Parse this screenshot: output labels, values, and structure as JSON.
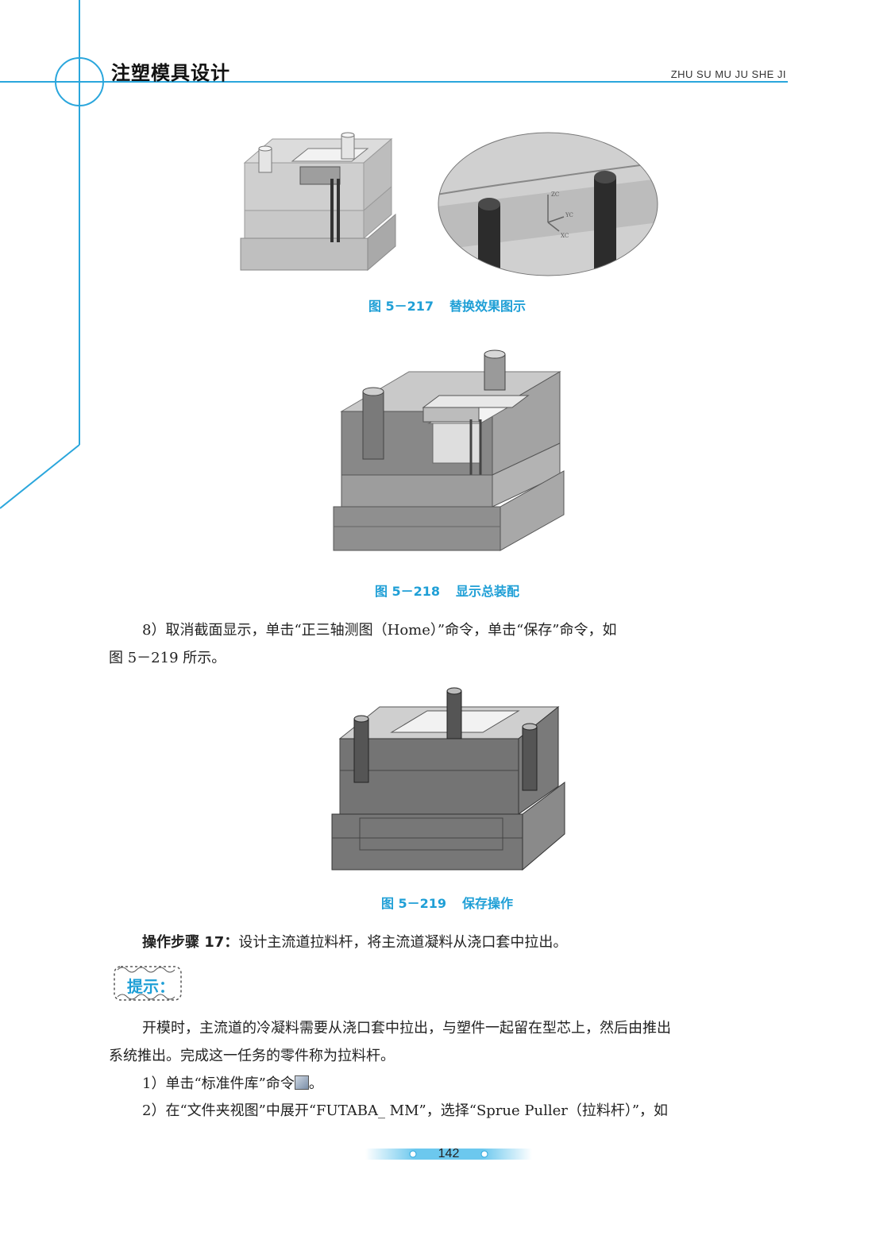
{
  "header": {
    "title": "注塑模具设计",
    "subtitle": "ZHU SU MU JU SHE JI"
  },
  "figures": {
    "fig217": {
      "num": "图 5－217",
      "title": "替换效果图示"
    },
    "fig218": {
      "num": "图 5－218",
      "title": "显示总装配"
    },
    "fig219": {
      "num": "图 5－219",
      "title": "保存操作"
    }
  },
  "fig217_axes": {
    "zc": "ZC",
    "yc": "YC",
    "xc": "XC"
  },
  "body": {
    "para8_line1": "8）取消截面显示，单击“正三轴测图（Home）”命令，单击“保存”命令，如",
    "para8_line2": "图 5－219 所示。",
    "step17_label": "操作步骤 17：",
    "step17_text": "设计主流道拉料杆，将主流道凝料从浇口套中拉出。",
    "tip_label": "提示：",
    "tip_para_line1": "开模时，主流道的冷凝料需要从浇口套中拉出，与塑件一起留在型芯上，然后由推出",
    "tip_para_line2": "系统推出。完成这一任务的零件称为拉料杆。",
    "item1_prefix": "1）单击“标准件库”命令",
    "item1_suffix": "。",
    "item2": "2）在“文件夹视图”中展开“FUTABA_ MM”，选择“Sprue Puller（拉料杆）”，如"
  },
  "footer": {
    "page_number": "142"
  },
  "colors": {
    "accent": "#1f9fd6"
  }
}
